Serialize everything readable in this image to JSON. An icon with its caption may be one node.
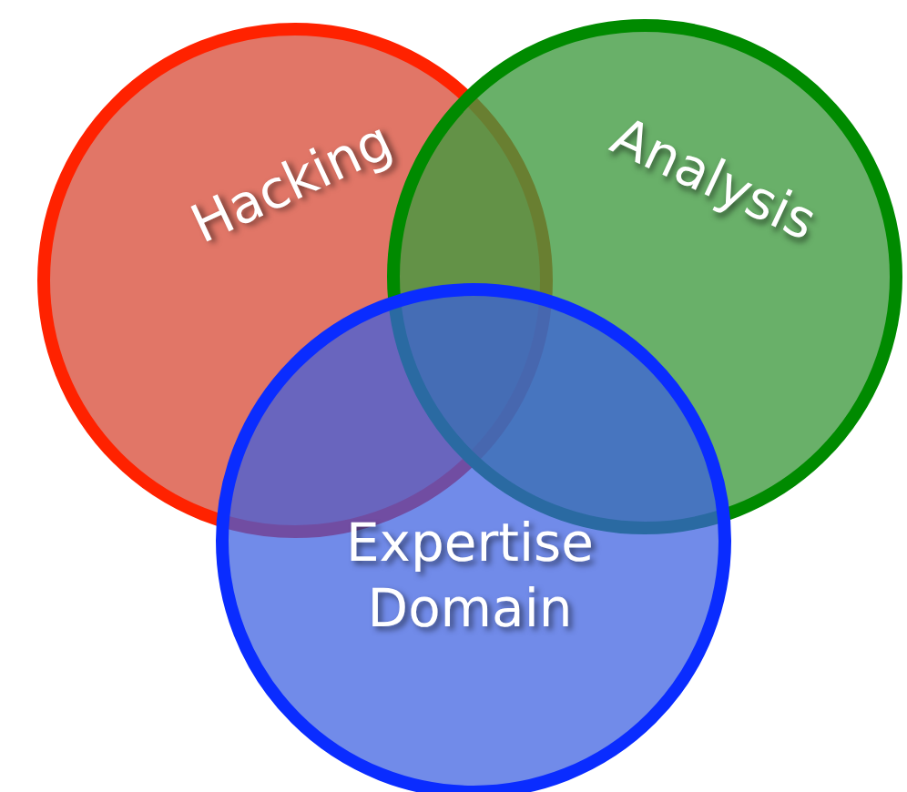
{
  "diagram": {
    "nodes": [
      {
        "text": [
          "Hacking"
        ]
      },
      {
        "text": [
          "Analysis"
        ]
      },
      {
        "text": [
          "Expertise Domain"
        ]
      }
    ]
  }
}
